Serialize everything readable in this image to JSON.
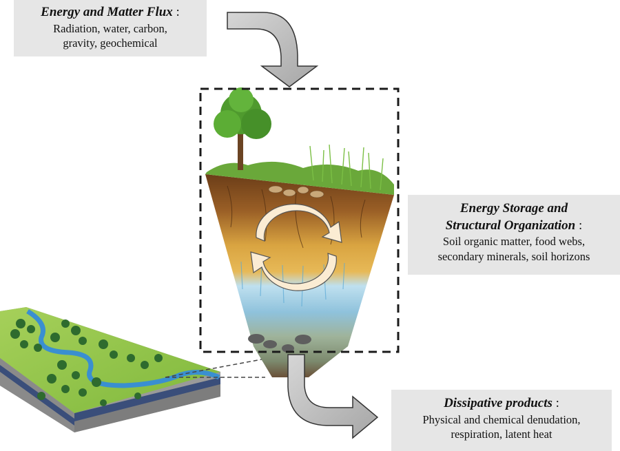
{
  "input_box": {
    "title": "Energy and Matter Flux",
    "colon": ":",
    "line1": "Radiation, water, carbon,",
    "line2": "gravity, geochemical"
  },
  "storage_box": {
    "title_line1": "Energy Storage and",
    "title_line2": "Structural Organization",
    "colon": ":",
    "line1": "Soil organic matter, food webs,",
    "line2": "secondary minerals, soil horizons"
  },
  "output_box": {
    "title": "Dissipative products",
    "colon": ":",
    "line1": "Physical and chemical denudation,",
    "line2": "respiration, latent heat"
  },
  "colors": {
    "arrow_fill": "#bdbdbd",
    "arrow_stroke": "#333333",
    "label_box": "#e6e6e6",
    "dashed_boundary": "#1a1a1a",
    "grass": "#8cc63f",
    "forest": "#2e6b2e",
    "river": "#3a8fd0",
    "soil_topsoil": "#7a4a1f",
    "soil_subsoil": "#d9a441",
    "soil_saturated": "#a9d3e8",
    "bedrock": "#8d8f8a"
  },
  "icons": {
    "flux_arrow": "curved-down-arrow",
    "cycle": "circular-arrows",
    "output_arrow": "curved-right-arrow",
    "tree": "tree-icon",
    "landscape": "landscape-block"
  }
}
